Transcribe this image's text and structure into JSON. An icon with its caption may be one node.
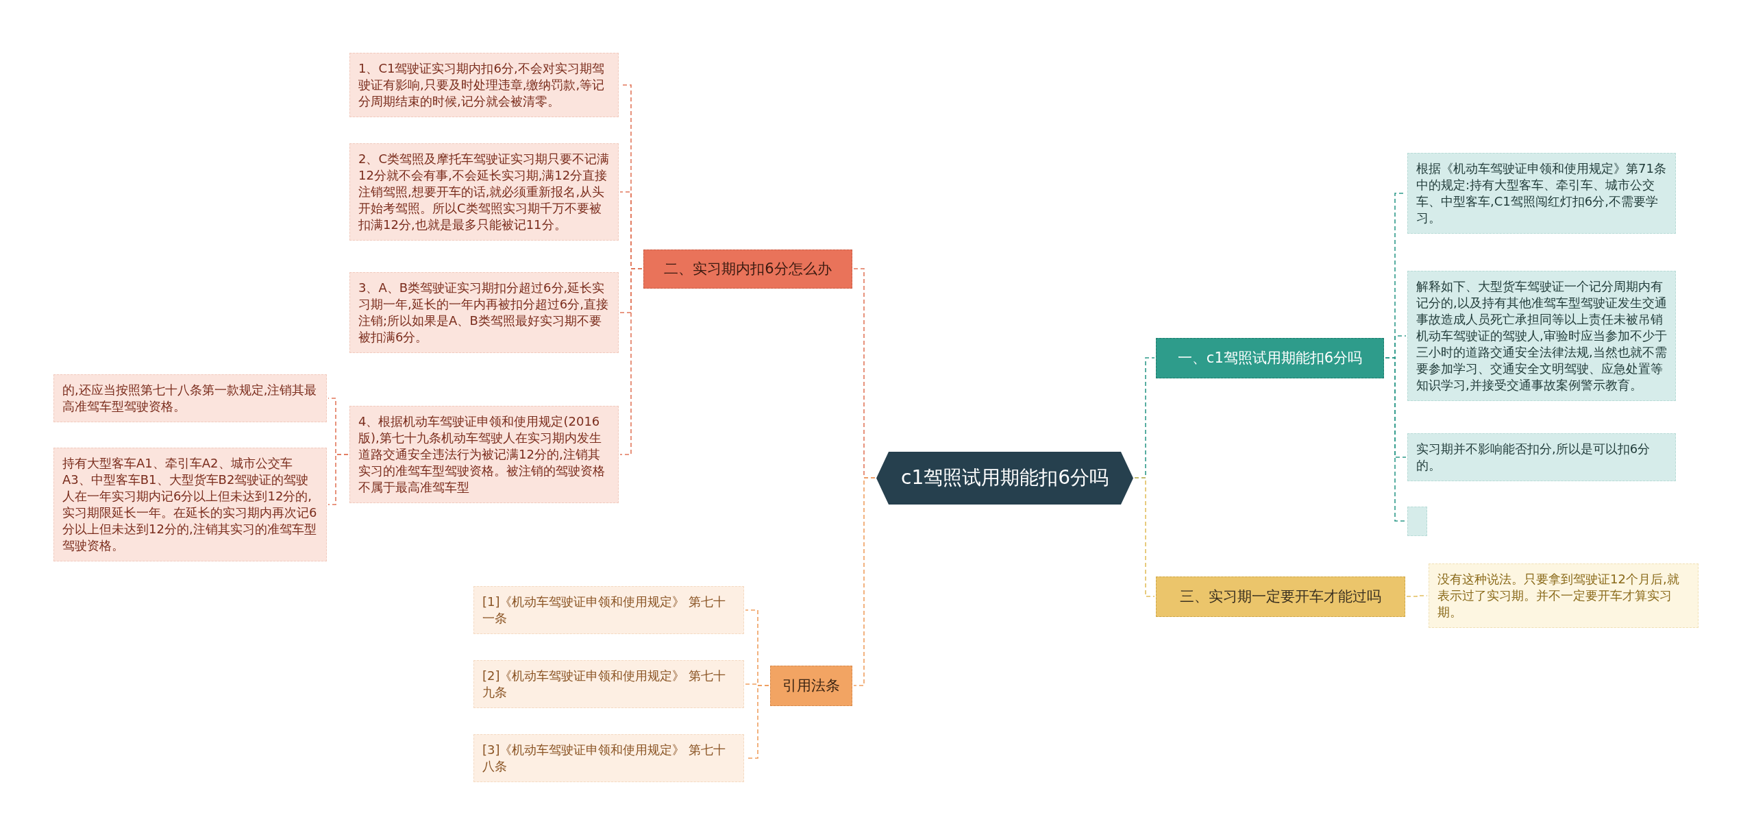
{
  "diagram": {
    "nodes": [
      {
        "text": [
          "c1驾照试用期能扣6分吗"
        ]
      },
      {
        "text": [
          "二、实习期内扣6分怎么办"
        ]
      },
      {
        "text": [
          "1、C1驾驶证实习期内扣6分,不会对实习期驾驶证有影响,只要及时处理违章,缴纳罚款,等记分周期结束的时候,记分就会被清零。"
        ]
      },
      {
        "text": [
          "2、C类驾照及摩托车驾驶证实习期只要不记满12分就不会有事,不会延长实习期,满12分直接注销驾照,想要开车的话,就必须重新报名,从头开始考驾照。所以C类驾照实习期千万不要被扣满12分,也就是最多只能被记11分。"
        ]
      },
      {
        "text": [
          "3、A、B类驾驶证实习期扣分超过6分,延长实习期一年,延长的一年内再被扣分超过6分,直接注销;所以如果是A、B类驾照最好实习期不要被扣满6分。"
        ]
      },
      {
        "text": [
          "4、根据机动车驾驶证申领和使用规定(2016版),第七十九条机动车驾驶人在实习期内发生道路交通安全违法行为被记满12分的,注销其实习的准驾车型驾驶资格。被注销的驾驶资格不属于最高准驾车型"
        ]
      },
      {
        "text": [
          "的,还应当按照第七十八条第一款规定,注销其最高准驾车型驾驶资格。"
        ]
      },
      {
        "text": [
          "持有大型客车A1、牵引车A2、城市公交车A3、中型客车B1、大型货车B2驾驶证的驾驶人在一年实习期内记6分以上但未达到12分的,实习期限延长一年。在延长的实习期内再次记6分以上但未达到12分的,注销其实习的准驾车型驾驶资格。"
        ]
      },
      {
        "text": [
          "引用法条"
        ]
      },
      {
        "text": [
          "[1]《机动车驾驶证申领和使用规定》 第七十一条"
        ]
      },
      {
        "text": [
          "[2]《机动车驾驶证申领和使用规定》 第七十九条"
        ]
      },
      {
        "text": [
          "[3]《机动车驾驶证申领和使用规定》 第七十八条"
        ]
      },
      {
        "text": [
          "一、c1驾照试用期能扣6分吗"
        ]
      },
      {
        "text": [
          "根据《机动车驾驶证申领和使用规定》第71条中的规定:持有大型客车、牵引车、城市公交车、中型客车,C1驾照闯红灯扣6分,不需要学习。"
        ]
      },
      {
        "text": [
          "解释如下、大型货车驾驶证一个记分周期内有记分的,以及持有其他准驾车型驾驶证发生交通事故造成人员死亡承担同等以上责任未被吊销机动车驾驶证的驾驶人,审验时应当参加不少于三小时的道路交通安全法律法规,当然也就不需要参加学习、交通安全文明驾驶、应急处置等知识学习,并接受交通事故案例警示教育。"
        ]
      },
      {
        "text": [
          "实习期并不影响能否扣分,所以是可以扣6分的。"
        ]
      },
      {
        "text": [],
        "shape": "box"
      },
      {
        "text": [
          "三、实习期一定要开车才能过吗"
        ]
      },
      {
        "text": [
          "没有这种说法。只要拿到驾驶证12个月后,就表示过了实习期。并不一定要开车才算实习期。"
        ]
      }
    ],
    "edges": [
      {
        "from": 0,
        "to": 1,
        "arrow": "none",
        "style": "dashed",
        "color": "#e2775b"
      },
      {
        "from": 1,
        "to": 2,
        "arrow": "none",
        "style": "dashed",
        "color": "#e2775b"
      },
      {
        "from": 1,
        "to": 3,
        "arrow": "none",
        "style": "dashed",
        "color": "#e2775b"
      },
      {
        "from": 1,
        "to": 4,
        "arrow": "none",
        "style": "dashed",
        "color": "#e2775b"
      },
      {
        "from": 1,
        "to": 5,
        "arrow": "none",
        "style": "dashed",
        "color": "#e2775b"
      },
      {
        "from": 5,
        "to": 6,
        "arrow": "none",
        "style": "dashed",
        "color": "#e2775b"
      },
      {
        "from": 5,
        "to": 7,
        "arrow": "none",
        "style": "dashed",
        "color": "#e2775b"
      },
      {
        "from": 0,
        "to": 8,
        "arrow": "none",
        "style": "dashed",
        "color": "#ef9f5f"
      },
      {
        "from": 8,
        "to": 9,
        "arrow": "none",
        "style": "dashed",
        "color": "#ef9f5f"
      },
      {
        "from": 8,
        "to": 10,
        "arrow": "none",
        "style": "dashed",
        "color": "#ef9f5f"
      },
      {
        "from": 8,
        "to": 11,
        "arrow": "none",
        "style": "dashed",
        "color": "#ef9f5f"
      },
      {
        "from": 0,
        "to": 12,
        "arrow": "none",
        "style": "dashed",
        "color": "#2f9a8a"
      },
      {
        "from": 12,
        "to": 13,
        "arrow": "none",
        "style": "dashed",
        "color": "#2f9a8a"
      },
      {
        "from": 12,
        "to": 14,
        "arrow": "none",
        "style": "dashed",
        "color": "#2f9a8a"
      },
      {
        "from": 12,
        "to": 15,
        "arrow": "none",
        "style": "dashed",
        "color": "#2f9a8a"
      },
      {
        "from": 12,
        "to": 16,
        "arrow": "none",
        "style": "dashed",
        "color": "#2f9a8a"
      },
      {
        "from": 0,
        "to": 17,
        "arrow": "none",
        "style": "dashed",
        "color": "#e2bf5e"
      },
      {
        "from": 17,
        "to": 18,
        "arrow": "none",
        "style": "dashed",
        "color": "#e2bf5e"
      }
    ]
  }
}
